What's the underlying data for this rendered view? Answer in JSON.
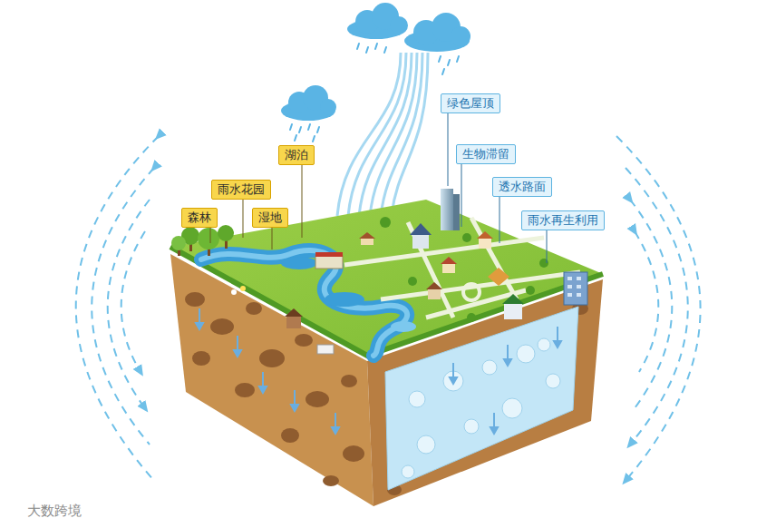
{
  "diagram": {
    "nodes": [
      {
        "text": [
          "森林"
        ]
      },
      {
        "text": [
          "雨水花园"
        ]
      },
      {
        "text": [
          "湿地"
        ]
      },
      {
        "text": [
          "湖泊"
        ]
      },
      {
        "text": [
          "绿色屋顶"
        ]
      },
      {
        "text": [
          "生物滞留"
        ]
      },
      {
        "text": [
          "透水路面"
        ]
      },
      {
        "text": [
          "雨水再生利用"
        ]
      }
    ],
    "labels": [
      "大数跨境"
    ]
  }
}
